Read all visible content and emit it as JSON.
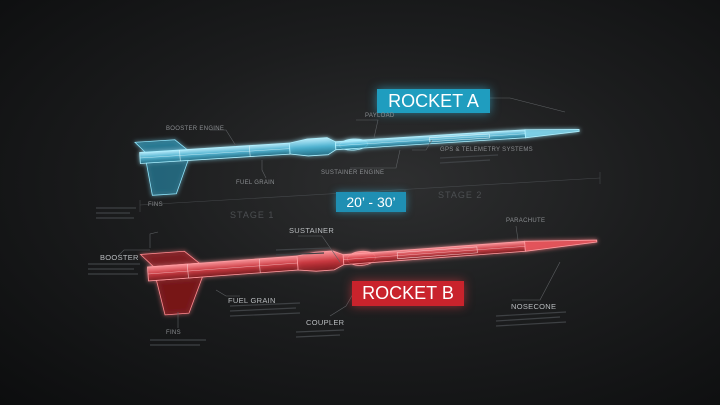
{
  "tags": {
    "rocket_a": "ROCKET A",
    "range": "20’ - 30’",
    "rocket_b": "ROCKET B"
  },
  "labels_a": {
    "booster_engine": "BOOSTER ENGINE",
    "payload": "PAYLOAD",
    "fuel_grain": "FUEL GRAIN",
    "sustainer_engine": "SUSTAINER ENGINE",
    "gps_telemetry": "GPS & TELEMETRY SYSTEMS"
  },
  "stages": {
    "stage_1": "STAGE 1",
    "stage_2": "STAGE 2"
  },
  "labels_b": {
    "fins_top": "FINS",
    "booster": "BOOSTER",
    "sustainer": "SUSTAINER",
    "parachute": "PARACHUTE",
    "fuel_grain": "FUEL GRAIN",
    "coupler": "COUPLER",
    "nosecone": "NOSECONE",
    "fins": "FINS"
  },
  "colors": {
    "rocket_a": "#5fd0ee",
    "rocket_b": "#ee3a44",
    "tag_a": "#1f9dbf",
    "tag_b": "#c9232c"
  }
}
